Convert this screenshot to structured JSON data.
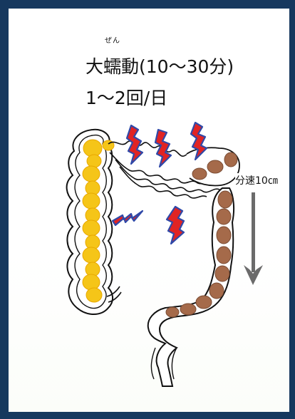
{
  "heading": {
    "ruby": "ぜん",
    "line1": "大蠕動(10〜30分)",
    "line2": "1〜2回/日"
  },
  "annotation": {
    "speed_label": "分速10㎝"
  },
  "icons": [
    "large-intestine-icon",
    "lightning-bolt-icon",
    "down-arrow-icon",
    "stool-icon"
  ],
  "colors": {
    "frame": "#16385e",
    "bolt_fill": "#e02424",
    "bolt_outline": "#3049a8",
    "stool": "#a56a4a",
    "yellow_content": "#f5c518",
    "arrow": "#6b6b6b"
  }
}
